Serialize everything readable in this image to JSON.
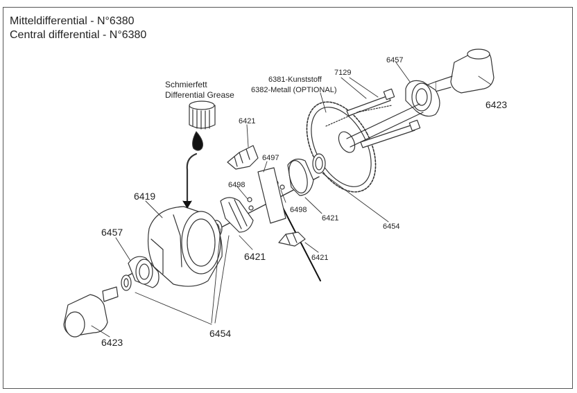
{
  "title": {
    "line1": "Mitteldifferential - N°6380",
    "line2": "Central differential - N°6380"
  },
  "grease": {
    "line1": "Schmierfett",
    "line2": "Differential Grease"
  },
  "gear_label": {
    "line1": "6381-Kunststoff",
    "line2": "6382-Metall (OPTIONAL)"
  },
  "parts": {
    "p7129": "7129",
    "p6457_top": "6457",
    "p6423_top": "6423",
    "p6421_top": "6421",
    "p6497": "6497",
    "p6498_left": "6498",
    "p6498_right": "6498",
    "p6421_right": "6421",
    "p6454_right": "6454",
    "p6419": "6419",
    "p6457_left": "6457",
    "p6421_center": "6421",
    "p6421_bottom": "6421",
    "p6423_bottom": "6423",
    "p6454_bottom": "6454"
  }
}
